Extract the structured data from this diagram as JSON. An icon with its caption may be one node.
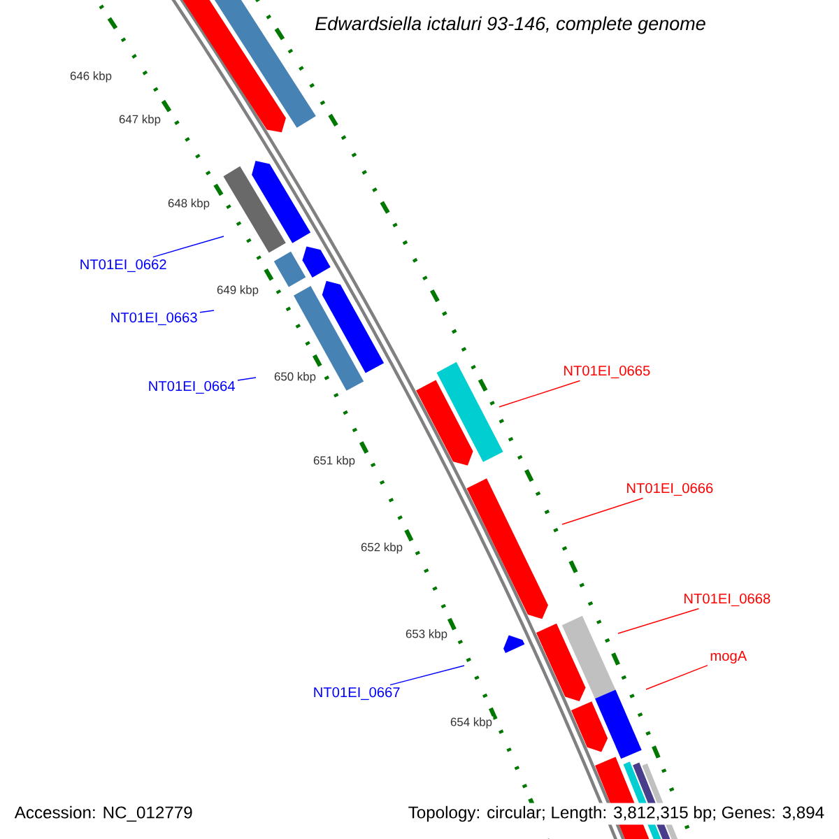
{
  "diagram": {
    "title": "Edwardsiella ictaluri 93-146, complete genome",
    "nodes": [
      {
        "text": [
          "NT01EI_0662"
        ]
      },
      {
        "text": [
          "NT01EI_0663"
        ]
      },
      {
        "text": [
          "NT01EI_0665"
        ]
      },
      {
        "text": [
          "NT01EI_0664"
        ]
      },
      {
        "text": [
          "NT01EI_0666"
        ]
      },
      {
        "text": [
          "NT01EI_0668"
        ]
      },
      {
        "text": [
          "mogA"
        ]
      },
      {
        "text": [
          "NT01EI_0667"
        ]
      }
    ],
    "edges": [
      {
        "from": 0,
        "to": null,
        "arrow": "none",
        "color": "#0000ff"
      },
      {
        "from": 1,
        "to": null,
        "arrow": "none",
        "color": "#0000ff"
      },
      {
        "from": 2,
        "to": null,
        "arrow": "none",
        "color": "#ff0000"
      },
      {
        "from": 3,
        "to": null,
        "arrow": "none",
        "color": "#0000ff"
      },
      {
        "from": 4,
        "to": null,
        "arrow": "none",
        "color": "#ff0000"
      },
      {
        "from": 5,
        "to": null,
        "arrow": "none",
        "color": "#ff0000"
      },
      {
        "from": 6,
        "to": null,
        "arrow": "none",
        "color": "#ff0000"
      },
      {
        "from": 7,
        "to": null,
        "arrow": "none",
        "color": "#0000ff"
      }
    ],
    "labels": [
      "646 kbp",
      "647 kbp",
      "648 kbp",
      "649 kbp",
      "650 kbp",
      "651 kbp",
      "652 kbp",
      "653 kbp",
      "654 kbp",
      "Accession: NC_012779",
      "Topology: circular; Length: 3,812,315 bp; Genes: 3,894"
    ]
  }
}
